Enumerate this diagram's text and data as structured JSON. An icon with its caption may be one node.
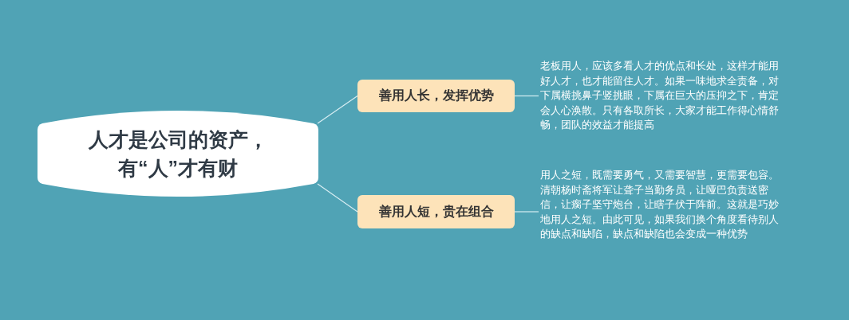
{
  "diagram": {
    "nodes": [
      {
        "text": [
          "人才是公司的资产，有“人”才有财"
        ]
      },
      {
        "text": [
          "善用人长，发挥优势"
        ]
      },
      {
        "text": [
          "老板用人，应该多看人才的优点和长处，这样才能用好人才，也才能留住人才。如果一味地求全责备，对下属横挑鼻子竖挑眼，下属在巨大的压抑之下，肯定会人心涣散。只有各取所长，大家才能工作得心情舒畅，团队的效益才能提高"
        ]
      },
      {
        "text": [
          "善用人短，贵在组合"
        ]
      },
      {
        "text": [
          "用人之短，既需要勇气，又需要智慧，更需要包容。清朝杨时斋将军让聋子当勤务员，让哑巴负责送密信，让瘸子坚守炮台，让瞎子伏于阵前。这就是巧妙地用人之短。由此可见，如果我们换个角度看待别人的缺点和缺陷，缺点和缺陷也会变成一种优势"
        ]
      }
    ],
    "edges": [
      {
        "from": 0,
        "to": 1,
        "arrow": "none"
      },
      {
        "from": 1,
        "to": 2,
        "arrow": "none"
      },
      {
        "from": 0,
        "to": 3,
        "arrow": "none"
      },
      {
        "from": 3,
        "to": 4,
        "arrow": "none"
      }
    ]
  }
}
